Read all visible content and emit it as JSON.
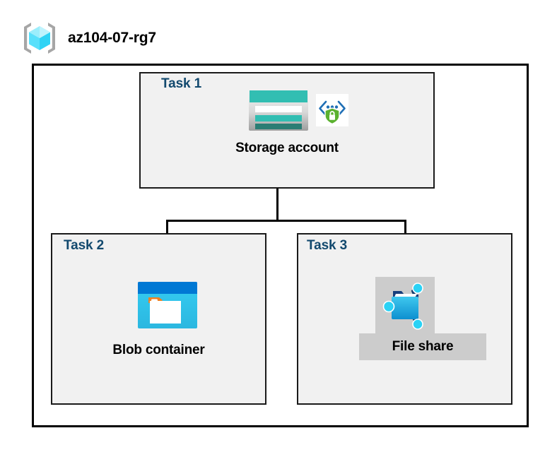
{
  "diagram": {
    "resource_group": {
      "name": "az104-07-rg7",
      "icon": "resource-group-cube-icon"
    },
    "tasks": [
      {
        "id": "task1",
        "label": "Task 1",
        "node_label": "Storage account",
        "icons": [
          "storage-account-icon",
          "secure-endpoint-shield-icon"
        ],
        "highlighted": false
      },
      {
        "id": "task2",
        "label": "Task 2",
        "node_label": "Blob container",
        "icons": [
          "blob-container-icon"
        ],
        "highlighted": false
      },
      {
        "id": "task3",
        "label": "Task 3",
        "node_label": "File share",
        "icons": [
          "file-share-folder-icon"
        ],
        "highlighted": true
      }
    ],
    "colors": {
      "task_heading": "#12496e",
      "task_box_fill": "#f1f1f1",
      "task_box_border": "#1a1a1a",
      "outer_border": "#000000",
      "highlight_fill": "#cccccc",
      "storage_teal": "#32beb2",
      "storage_teal_dark": "#2a7d74",
      "blob_blue": "#0078d4",
      "blob_cyan": "#32c8f0",
      "blob_orange": "#f08020",
      "fileshare_blue": "#2ab4e8",
      "shield_green": "#5bb12f",
      "cube_cyan": "#59e0fb"
    }
  }
}
